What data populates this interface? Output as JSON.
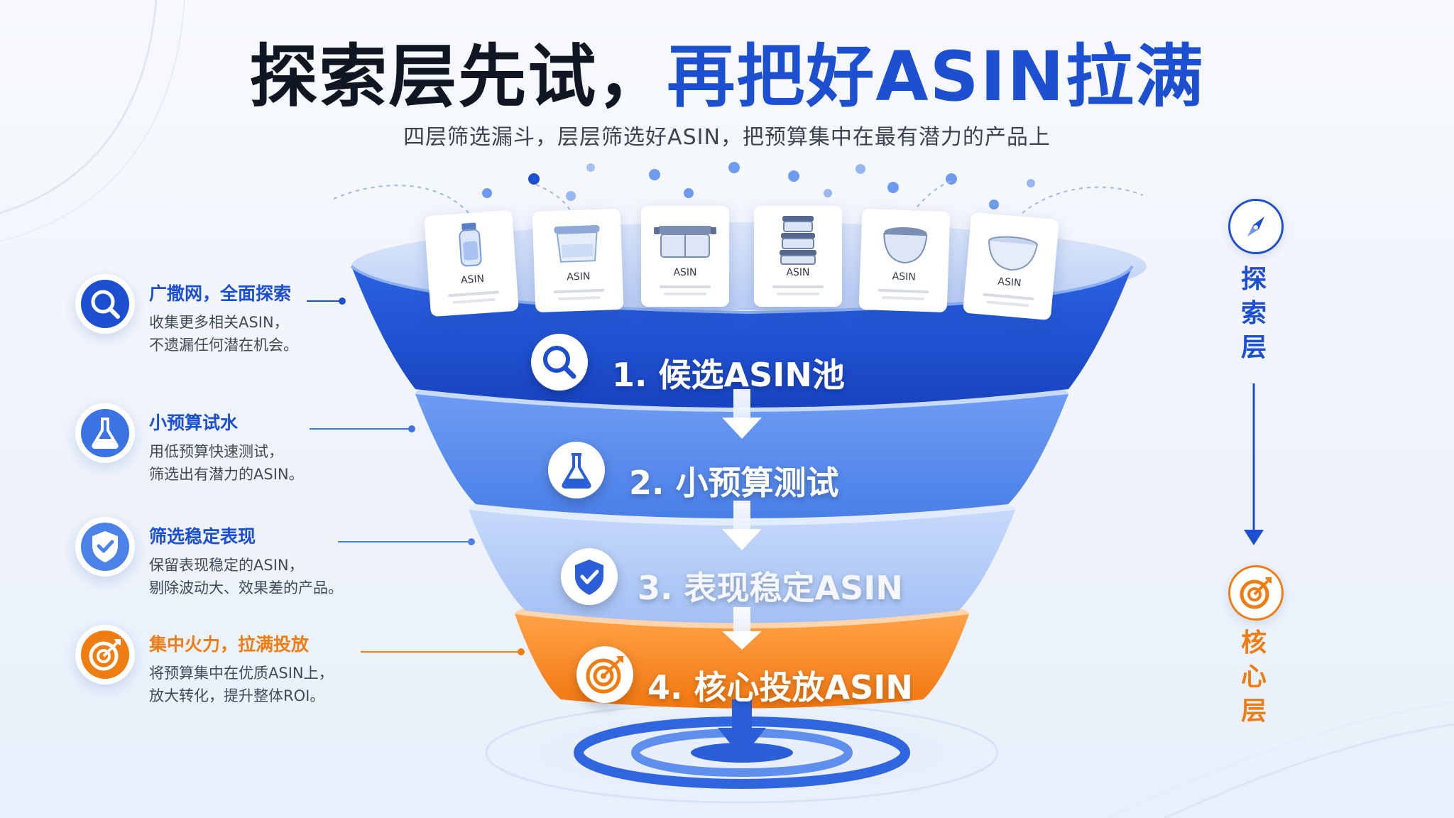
{
  "title": {
    "part1": "探索层先试，",
    "part2": "再把好ASIN拉满"
  },
  "subtitle": "四层筛选漏斗，层层筛选好ASIN，把预算集中在最有潜力的产品上",
  "cards": [
    {
      "icon": "bottle-icon",
      "label": "ASIN"
    },
    {
      "icon": "container-icon",
      "label": "ASIN"
    },
    {
      "icon": "lunchbox-icon",
      "label": "ASIN"
    },
    {
      "icon": "stacked-containers-icon",
      "label": "ASIN"
    },
    {
      "icon": "round-container-icon",
      "label": "ASIN"
    },
    {
      "icon": "bowl-icon",
      "label": "ASIN"
    }
  ],
  "stages": [
    {
      "label": "1. 候选ASIN池",
      "icon": "search-icon",
      "color": "#1f55d6"
    },
    {
      "label": "2. 小预算测试",
      "icon": "flask-icon",
      "color": "#5a8ef0"
    },
    {
      "label": "3. 表现稳定ASIN",
      "icon": "shield-check-icon",
      "color": "#a9c6f7"
    },
    {
      "label": "4. 核心投放ASIN",
      "icon": "target-icon",
      "color": "#f58a1f"
    }
  ],
  "features": [
    {
      "title": "广撒网，全面探索",
      "desc": "收集更多相关ASIN，\n不遗漏任何潜在机会。",
      "icon": "search-icon",
      "color": "#1d4fd1"
    },
    {
      "title": "小预算试水",
      "desc": "用低预算快速测试，\n筛选出有潜力的ASIN。",
      "icon": "flask-icon",
      "color": "#1d4fd1"
    },
    {
      "title": "筛选稳定表现",
      "desc": "保留表现稳定的ASIN，\n剔除波动大、效果差的产品。",
      "icon": "shield-check-icon",
      "color": "#1d4fd1"
    },
    {
      "title": "集中火力，拉满投放",
      "desc": "将预算集中在优质ASIN上，\n放大转化，提升整体ROI。",
      "icon": "target-icon",
      "color": "#f07d12"
    }
  ],
  "side": {
    "top_label": "探索层",
    "top_icon": "compass-icon",
    "bottom_label": "核心层",
    "bottom_icon": "target-icon",
    "blue": "#1d4fd1",
    "orange": "#f07d12"
  }
}
